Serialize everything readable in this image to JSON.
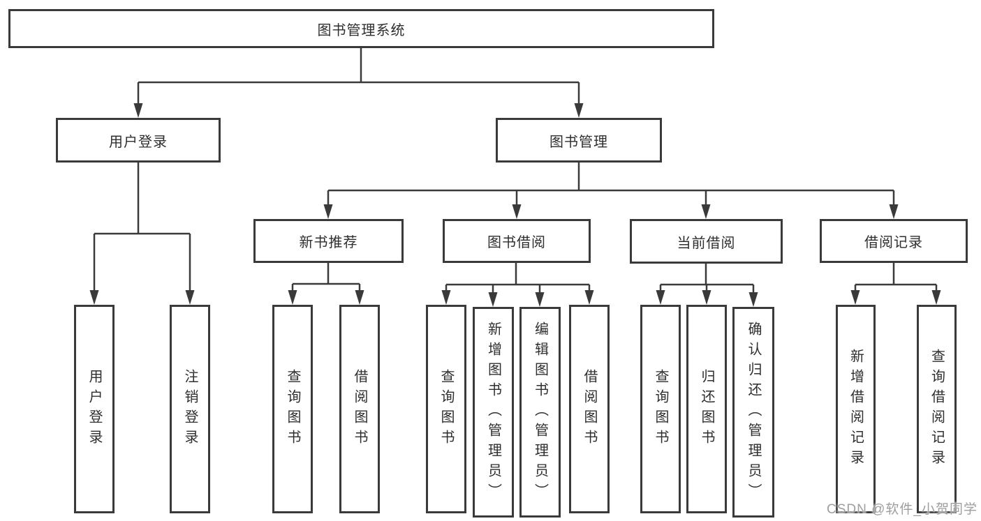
{
  "colors": {
    "line": "#3a3a3a",
    "box_border": "#3a3a3a",
    "text": "#2e2e2e",
    "background": "#ffffff",
    "watermark": "#9e9e9e"
  },
  "tree": {
    "root": {
      "label": "图书管理系统"
    },
    "branches": [
      {
        "label": "用户登录",
        "leaves": [
          {
            "label": "用户登录"
          },
          {
            "label": "注销登录"
          }
        ]
      },
      {
        "label": "图书管理",
        "groups": [
          {
            "label": "新书推荐",
            "leaves": [
              {
                "label": "查询图书"
              },
              {
                "label": "借阅图书"
              }
            ]
          },
          {
            "label": "图书借阅",
            "leaves": [
              {
                "label": "查询图书"
              },
              {
                "label": "新增图书（管理员）"
              },
              {
                "label": "编辑图书（管理员）"
              },
              {
                "label": "借阅图书"
              }
            ]
          },
          {
            "label": "当前借阅",
            "leaves": [
              {
                "label": "查询图书"
              },
              {
                "label": "归还图书"
              },
              {
                "label": "确认归还（管理员）"
              }
            ]
          },
          {
            "label": "借阅记录",
            "leaves": [
              {
                "label": "新增借阅记录"
              },
              {
                "label": "查询借阅记录"
              }
            ]
          }
        ]
      }
    ]
  },
  "watermark": {
    "text": "CSDN @软件_小贺同学"
  }
}
